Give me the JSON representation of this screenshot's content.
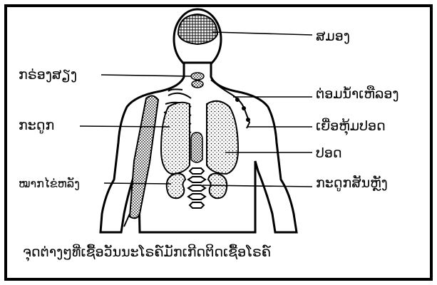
{
  "labels": {
    "brain": "ສມອງ",
    "larynx": "ກຣ່ອງສຽງ",
    "lymph_vessel": "ຕ່ອມນ້ຳເຫືລອງ",
    "bone": "ກະດູກ",
    "pleura": "ເຍື່ອຫຸ້ມປອດ",
    "lung": "ປອດ",
    "kidney": "ໝາກໄຂ່ຫລັງ",
    "spine": "ກະດູກສັນຫຼັງ"
  },
  "caption": "ຈຸດຕ່າງໆທີ່ເຊື້ອວັນນະໂຣຄ໌ມັກເກີດຕິດເຊື້ອໂຣຄ໌",
  "colors": {
    "ink": "#000000",
    "fill": "#ffffff",
    "stipple": "#000000"
  }
}
